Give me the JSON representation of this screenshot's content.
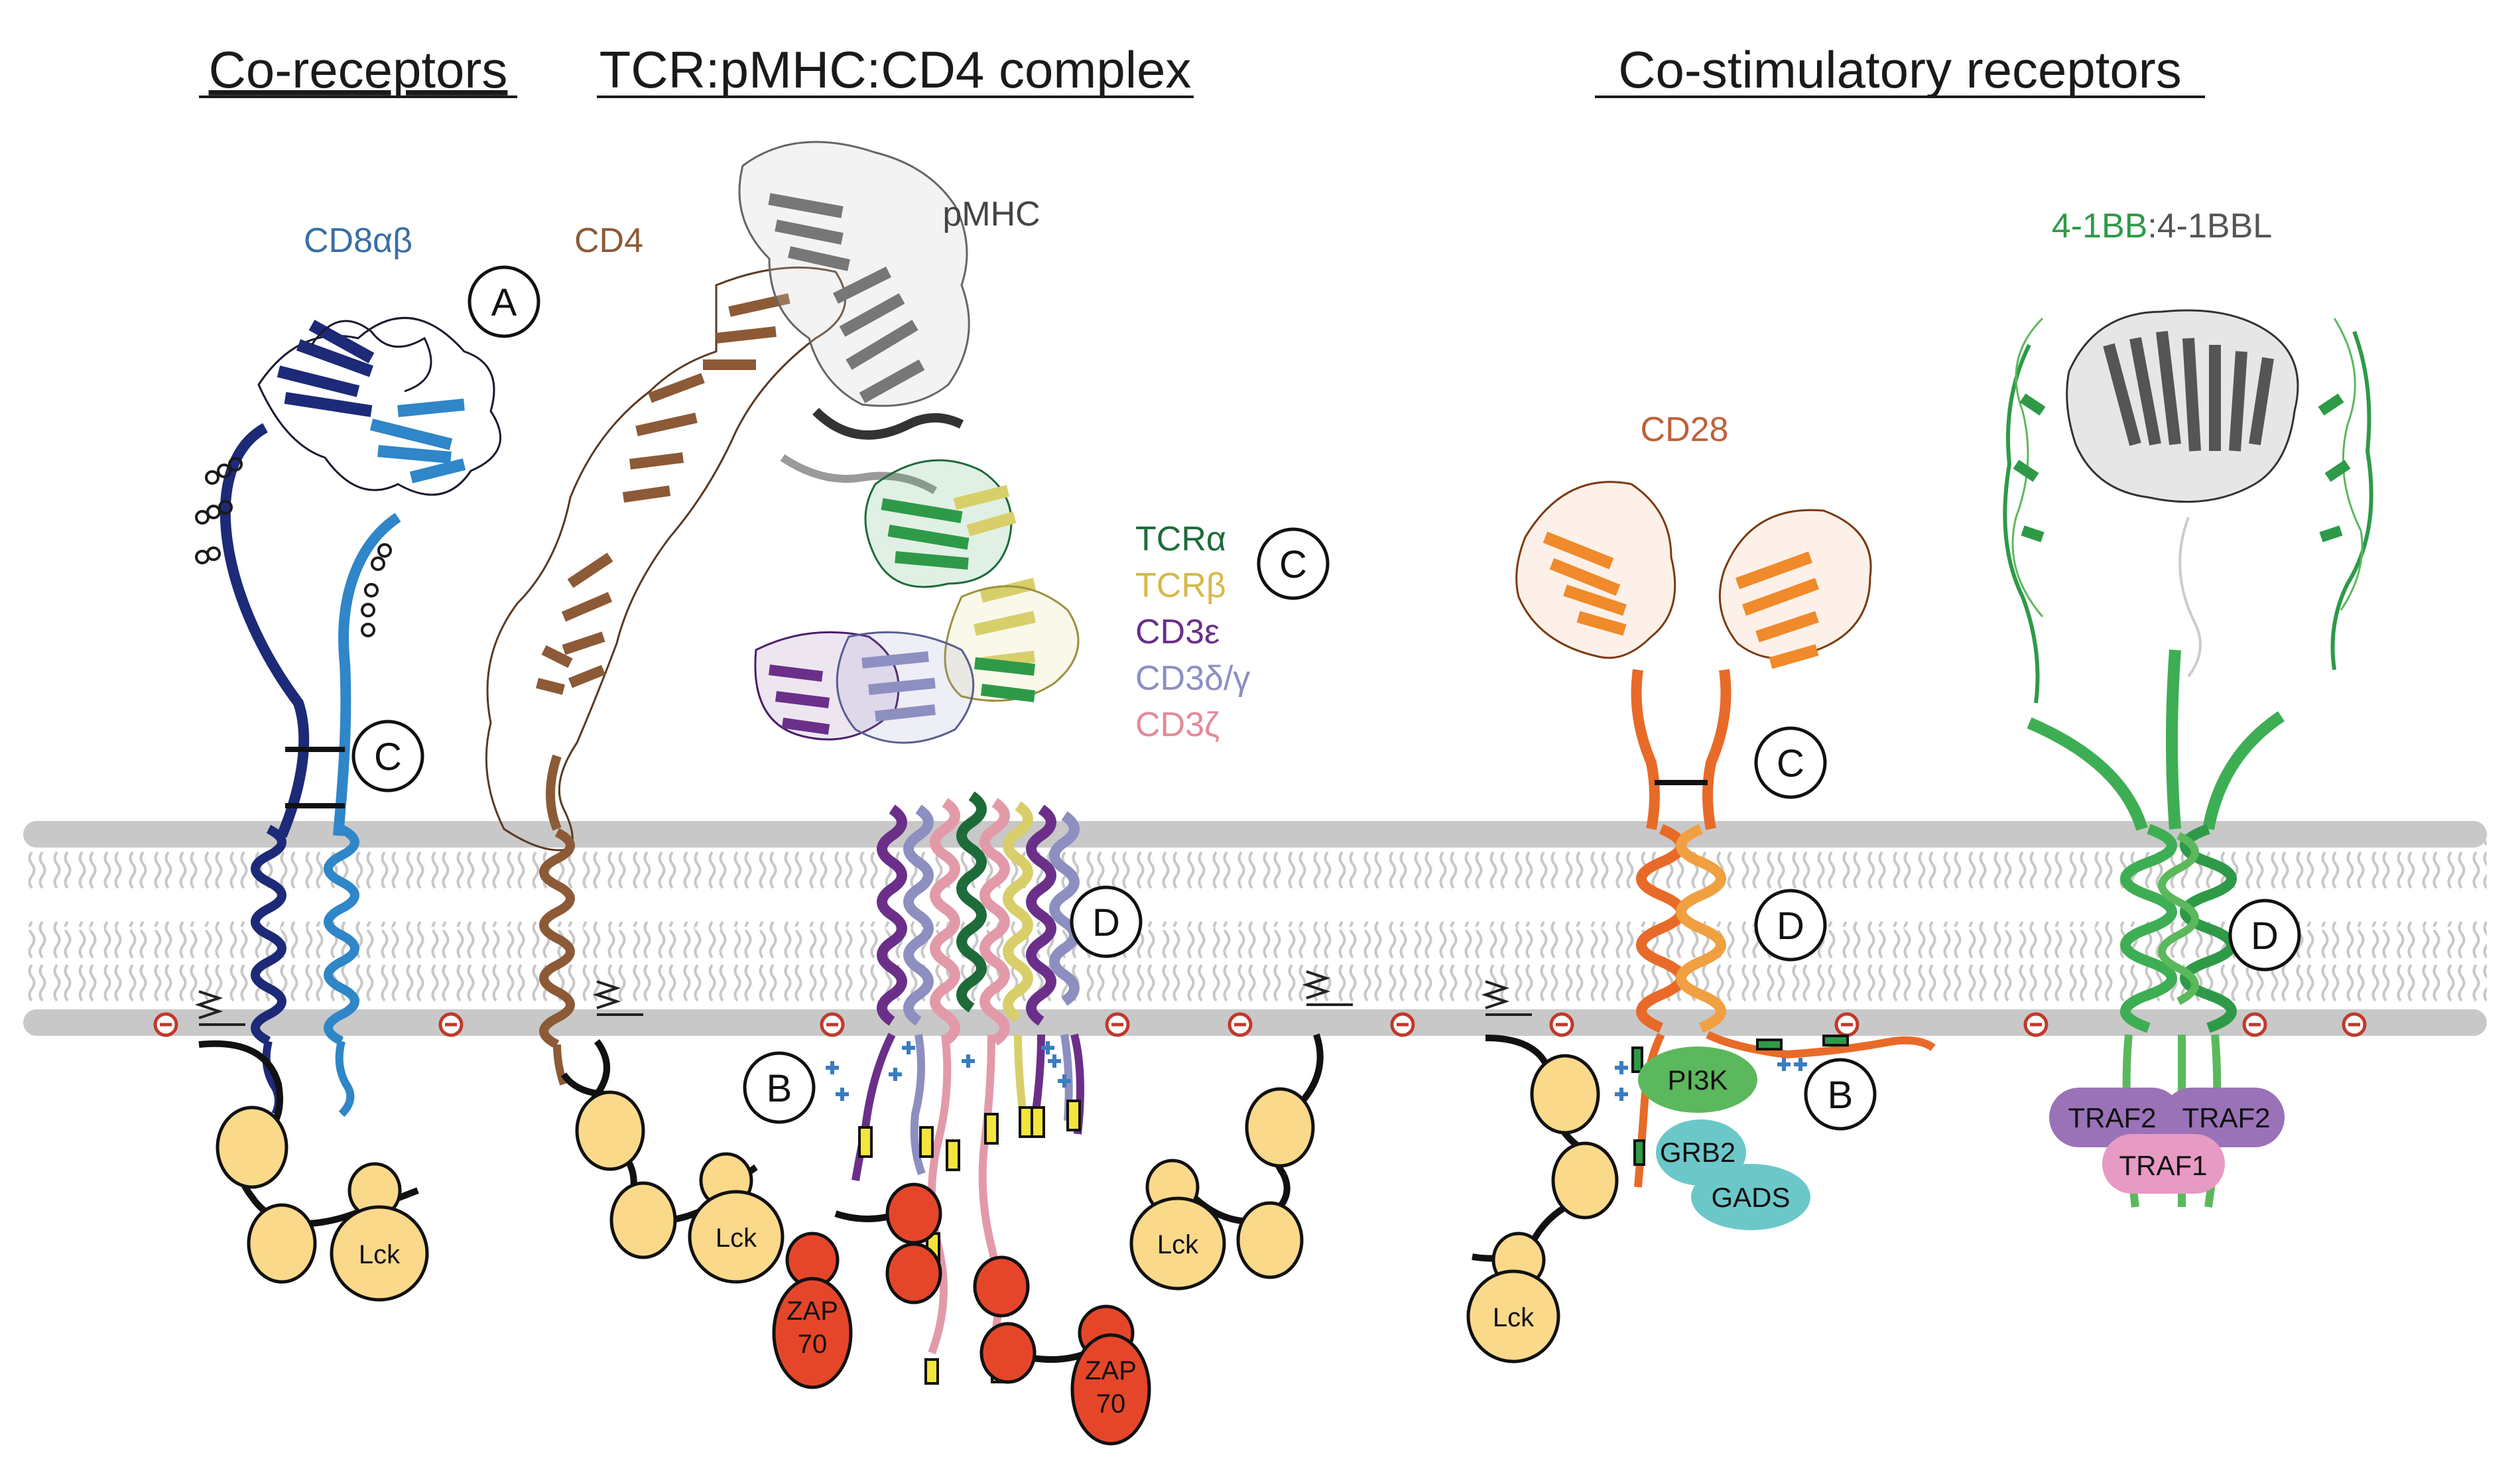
{
  "headings": {
    "coreceptors": "Co-receptors",
    "complex": "TCR:pMHC:CD4 complex",
    "costim": "Co-stimulatory receptors"
  },
  "labels": {
    "cd8": "CD8αβ",
    "cd4": "CD4",
    "pmhc": "pMHC",
    "tcra": "TCRα",
    "tcrb": "TCRβ",
    "cd3e": "CD3ε",
    "cd3dg": "CD3δ/γ",
    "cd3z": "CD3ζ",
    "cd28": "CD28",
    "bb_a": "4-1BB",
    "bb_b": ":4-1BBL"
  },
  "markers": {
    "A": "A",
    "B": "B",
    "C": "C",
    "D": "D"
  },
  "proteins": {
    "lck": "Lck",
    "zap_line1": "ZAP",
    "zap_line2": "70",
    "pi3k": "PI3K",
    "grb2": "GRB2",
    "gads": "GADS",
    "traf2": "TRAF2",
    "traf1": "TRAF1"
  },
  "colors": {
    "cd8_dark": "#1d2a78",
    "cd8_light": "#2f86c8",
    "cd4": "#8c5a36",
    "pmhc": "#5a5a5a",
    "tcra": "#1e6b3a",
    "tcrb": "#d8cf6a",
    "cd3e": "#6b2f8a",
    "cd3dg": "#8c8fc0",
    "cd3z": "#e39aa8",
    "cd28": "#e86a28",
    "bb_green": "#2e9a48",
    "bb_gray": "#555555",
    "membrane": "#c8c8c8",
    "lck": "#fbd98a",
    "zap": "#e5462a",
    "pi3k": "#5cb85c",
    "grb2": "#6cc7c9",
    "traf2": "#9a72b8",
    "traf1": "#e79ac4"
  }
}
